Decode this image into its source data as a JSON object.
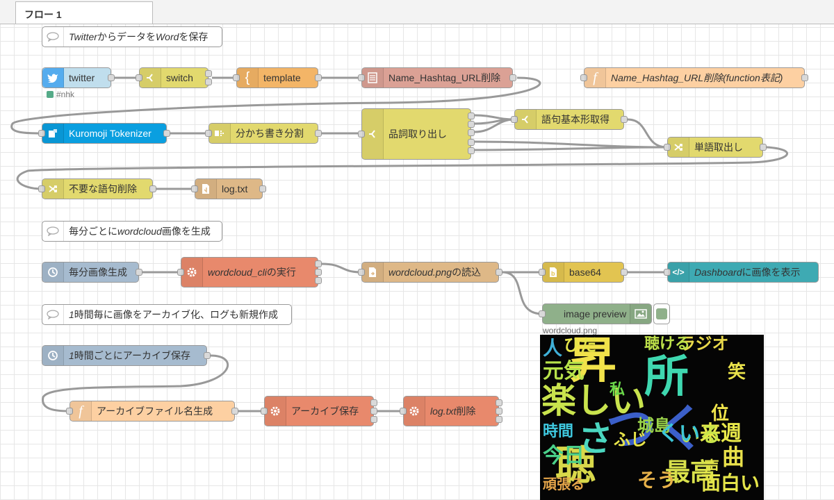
{
  "tab": {
    "label": "フロー 1"
  },
  "comments": [
    {
      "pre": "",
      "em": "Twitter",
      "mid": "からデータを",
      "em2": "Word",
      "post": "を保存"
    },
    {
      "pre": "毎分ごとに",
      "em": "wordcloud",
      "mid": "画像を生成",
      "em2": "",
      "post": ""
    },
    {
      "pre": "",
      "em": "1",
      "mid": "時間毎に画像をアーカイブ化、ログも新規作成",
      "em2": "",
      "post": ""
    }
  ],
  "nodes": {
    "twitter": {
      "label": "twitter",
      "status": "#nhk"
    },
    "switch": {
      "label": "switch"
    },
    "template": {
      "label": "template"
    },
    "name_hashtag": {
      "label": "Name_Hashtag_URL削除"
    },
    "name_hashtag_fn": {
      "em": "Name_Hashtag_URL",
      "mid": "削除(",
      "em2": "function",
      "post": "表記)"
    },
    "kuromoji": {
      "label": "Kuromoji Tokenizer"
    },
    "wakachi": {
      "label": "分かち書き分割"
    },
    "hinshi": {
      "label": "品詞取り出し"
    },
    "goku_kihon": {
      "label": "語句基本形取得"
    },
    "tango": {
      "label": "単語取出し"
    },
    "fuyou": {
      "label": "不要な語句削除"
    },
    "logtxt": {
      "label": "log.txt"
    },
    "maifun": {
      "label": "毎分画像生成"
    },
    "wordcloud_cli": {
      "em": "wordcloud_cli",
      "post": "の実行"
    },
    "wordcloud_png": {
      "em": "wordcloud.png",
      "post": "の読込"
    },
    "base64": {
      "label": "base64"
    },
    "dashboard": {
      "em": "Dashboard",
      "post": "に画像を表示"
    },
    "image_preview": {
      "label": "image preview",
      "caption": "wordcloud.png"
    },
    "hourly": {
      "em": "1",
      "post": "時間ごとにアーカイブ保存"
    },
    "archive_name": {
      "label": "アーカイブファイル名生成"
    },
    "archive_save": {
      "label": "アーカイブ保存"
    },
    "log_delete": {
      "em": "log.txt",
      "post": "削除"
    }
  },
  "colors": {
    "twitter": "#c0deed",
    "switch": "#e2d96e",
    "template": "#f3b567",
    "html": "#dba195",
    "function": "#fdd0a2",
    "tokenizer": "#0a9fe0",
    "inject": "#a6bbcf",
    "exec": "#e8896c",
    "file": "#deb887",
    "base64": "#e2c451",
    "dashboard": "#3eaab3",
    "preview": "#8fb08a"
  },
  "wordcloud_words": [
    {
      "t": "昇",
      "c": "#f1e24a"
    },
    {
      "t": "所",
      "c": "#3fd8b0"
    },
    {
      "t": "楽しい",
      "c": "#c9e34d"
    },
    {
      "t": "つく",
      "c": "#3b5fc9"
    },
    {
      "t": "聴",
      "c": "#d8d84a"
    },
    {
      "t": "さ",
      "c": "#4bd7c0"
    },
    {
      "t": "最高",
      "c": "#d9e14c"
    },
    {
      "t": "面白い",
      "c": "#e5e54a"
    },
    {
      "t": "曲",
      "c": "#e8e04b"
    },
    {
      "t": "来週",
      "c": "#e8e84a"
    },
    {
      "t": "位",
      "c": "#f0e54b"
    },
    {
      "t": "元気",
      "c": "#b7e24b"
    },
    {
      "t": "人",
      "c": "#3fb0d8"
    },
    {
      "t": "時間",
      "c": "#3fc9e0"
    },
    {
      "t": "ラジオ",
      "c": "#e8d84a"
    },
    {
      "t": "いる",
      "c": "#c8e54a"
    },
    {
      "t": "城島",
      "c": "#9bd44a"
    },
    {
      "t": "ひだ",
      "c": "#e5e54a"
    },
    {
      "t": "くい",
      "c": "#3cc7d8"
    },
    {
      "t": "今日",
      "c": "#4ad08a"
    },
    {
      "t": "笑",
      "c": "#e9e24b"
    },
    {
      "t": "聴ける",
      "c": "#bde04a"
    },
    {
      "t": "私",
      "c": "#6bd84a"
    },
    {
      "t": "そう",
      "c": "#e8b24a"
    },
    {
      "t": "声",
      "c": "#e5e54a"
    },
    {
      "t": "ふじ",
      "c": "#e8e54a"
    },
    {
      "t": "頑張る",
      "c": "#e5a54a"
    }
  ]
}
